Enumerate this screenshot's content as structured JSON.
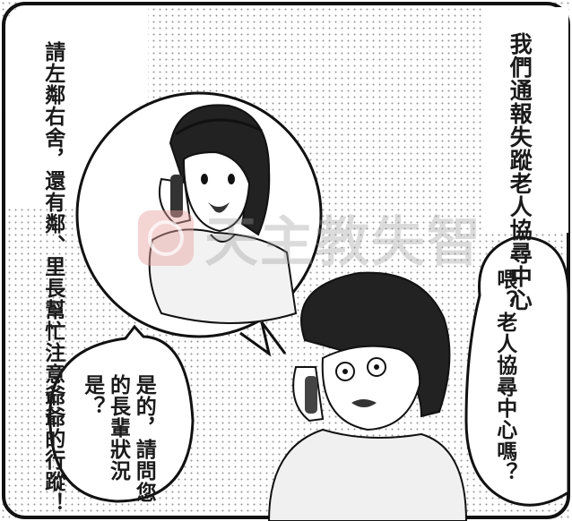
{
  "caption": "我們通報失蹤老人協尋中心",
  "bubbles": {
    "woman": "請左鄰右舍，還有鄰、里長幫忙注意爺爺的行蹤！",
    "phone": "是的，請問您的長輩狀況是？",
    "lady": "喂？老人協尋中心嗎？"
  },
  "watermark": "天主教失智"
}
